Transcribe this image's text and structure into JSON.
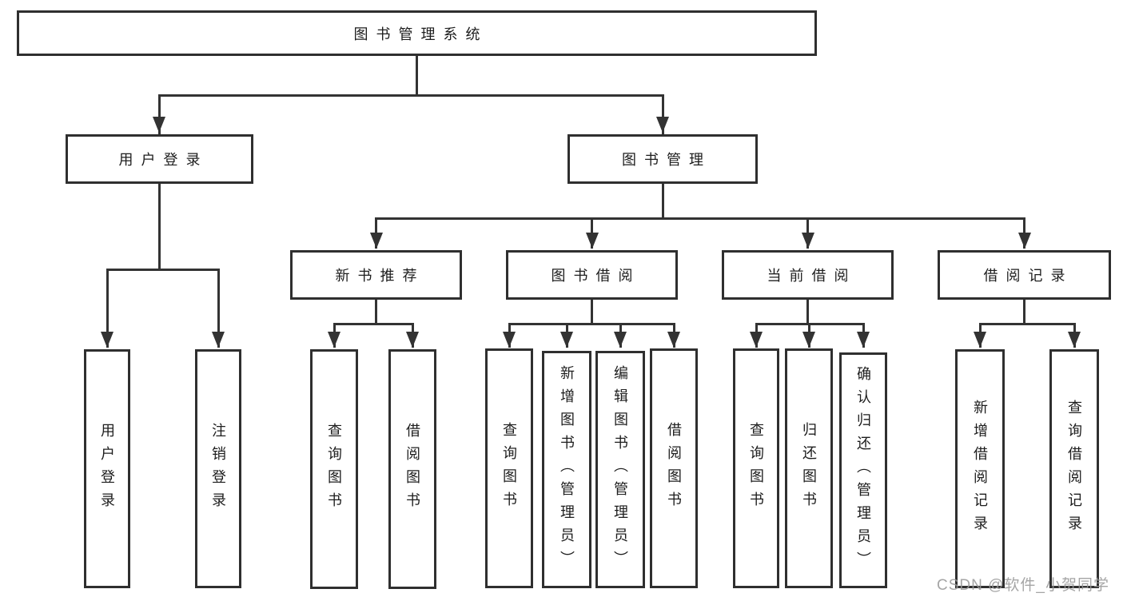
{
  "tree": {
    "root": {
      "label": "图书管理系统"
    },
    "level2": [
      {
        "label": "用户登录"
      },
      {
        "label": "图书管理"
      }
    ],
    "level3": [
      {
        "label": "新书推荐"
      },
      {
        "label": "图书借阅"
      },
      {
        "label": "当前借阅"
      },
      {
        "label": "借阅记录"
      }
    ],
    "leaves": {
      "user_login": [
        {
          "label": "用户登录"
        },
        {
          "label": "注销登录"
        }
      ],
      "new_book_recommendation": [
        {
          "label": "查询图书"
        },
        {
          "label": "借阅图书"
        }
      ],
      "book_borrowing": [
        {
          "label": "查询图书"
        },
        {
          "label": "新增图书（管理员）"
        },
        {
          "label": "编辑图书（管理员）"
        },
        {
          "label": "借阅图书"
        }
      ],
      "current_borrowing": [
        {
          "label": "查询图书"
        },
        {
          "label": "归还图书"
        },
        {
          "label": "确认归还（管理员）"
        }
      ],
      "borrowing_records": [
        {
          "label": "新增借阅记录"
        },
        {
          "label": "查询借阅记录"
        }
      ]
    }
  },
  "watermark": {
    "text": "CSDN @软件_小贺同学"
  },
  "colors": {
    "line": "#333333",
    "box_border": "#2f2f2f",
    "text": "#1d1d1d",
    "background": "#ffffff",
    "watermark": "#989898"
  }
}
